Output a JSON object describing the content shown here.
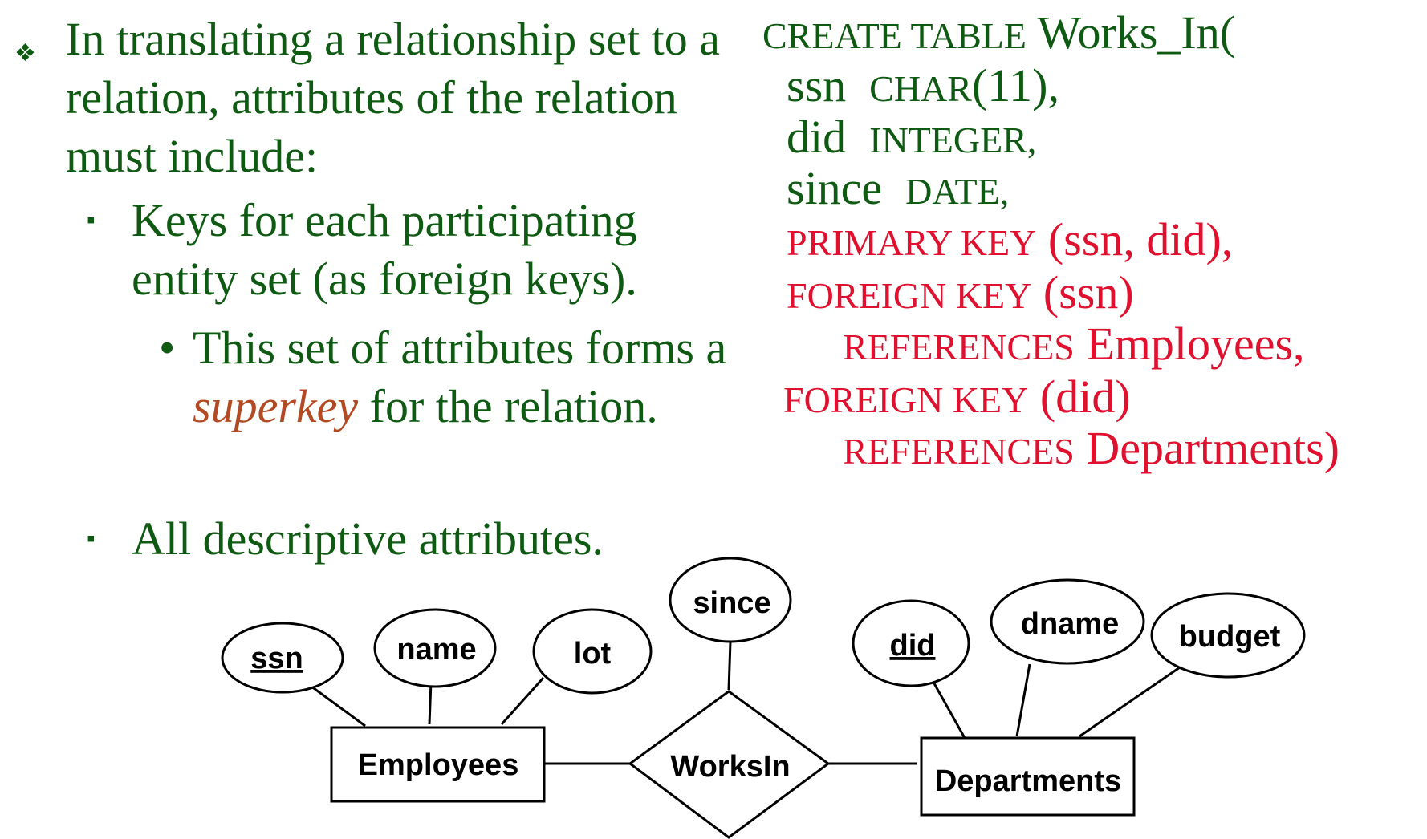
{
  "bullets": {
    "main_text": "In translating a relationship set to a relation, attributes of the relation must include:",
    "sub1_text": "Keys for each participating entity set (as foreign keys).",
    "subsub_before": "This set of attributes forms a ",
    "subsub_em": "superkey",
    "subsub_after": " for the relation.",
    "sub2_text": "All descriptive attributes."
  },
  "sql": {
    "create_kw": "CREATE TABLE",
    "table_name": "Works_In(",
    "ssn_col": "ssn",
    "ssn_type": "CHAR",
    "ssn_size": "(11),",
    "did_col": "did",
    "did_type": "INTEGER,",
    "since_col": "since",
    "since_type": "DATE,",
    "pk_kw": "PRIMARY KEY",
    "pk_cols": "(ssn, did),",
    "fk1_kw": "FOREIGN KEY",
    "fk1_col": "(ssn)",
    "ref1_kw": "REFERENCES",
    "ref1_table": "Employees,",
    "fk2_kw": "FOREIGN KEY",
    "fk2_col": "(did)",
    "ref2_kw": "REFERENCES",
    "ref2_table": "Departments)"
  },
  "er": {
    "attributes": {
      "ssn": "ssn",
      "name": "name",
      "lot": "lot",
      "since": "since",
      "did": "did",
      "dname": "dname",
      "budget": "budget"
    },
    "entities": {
      "employees": "Employees",
      "departments": "Departments"
    },
    "relationship": "WorksIn"
  }
}
